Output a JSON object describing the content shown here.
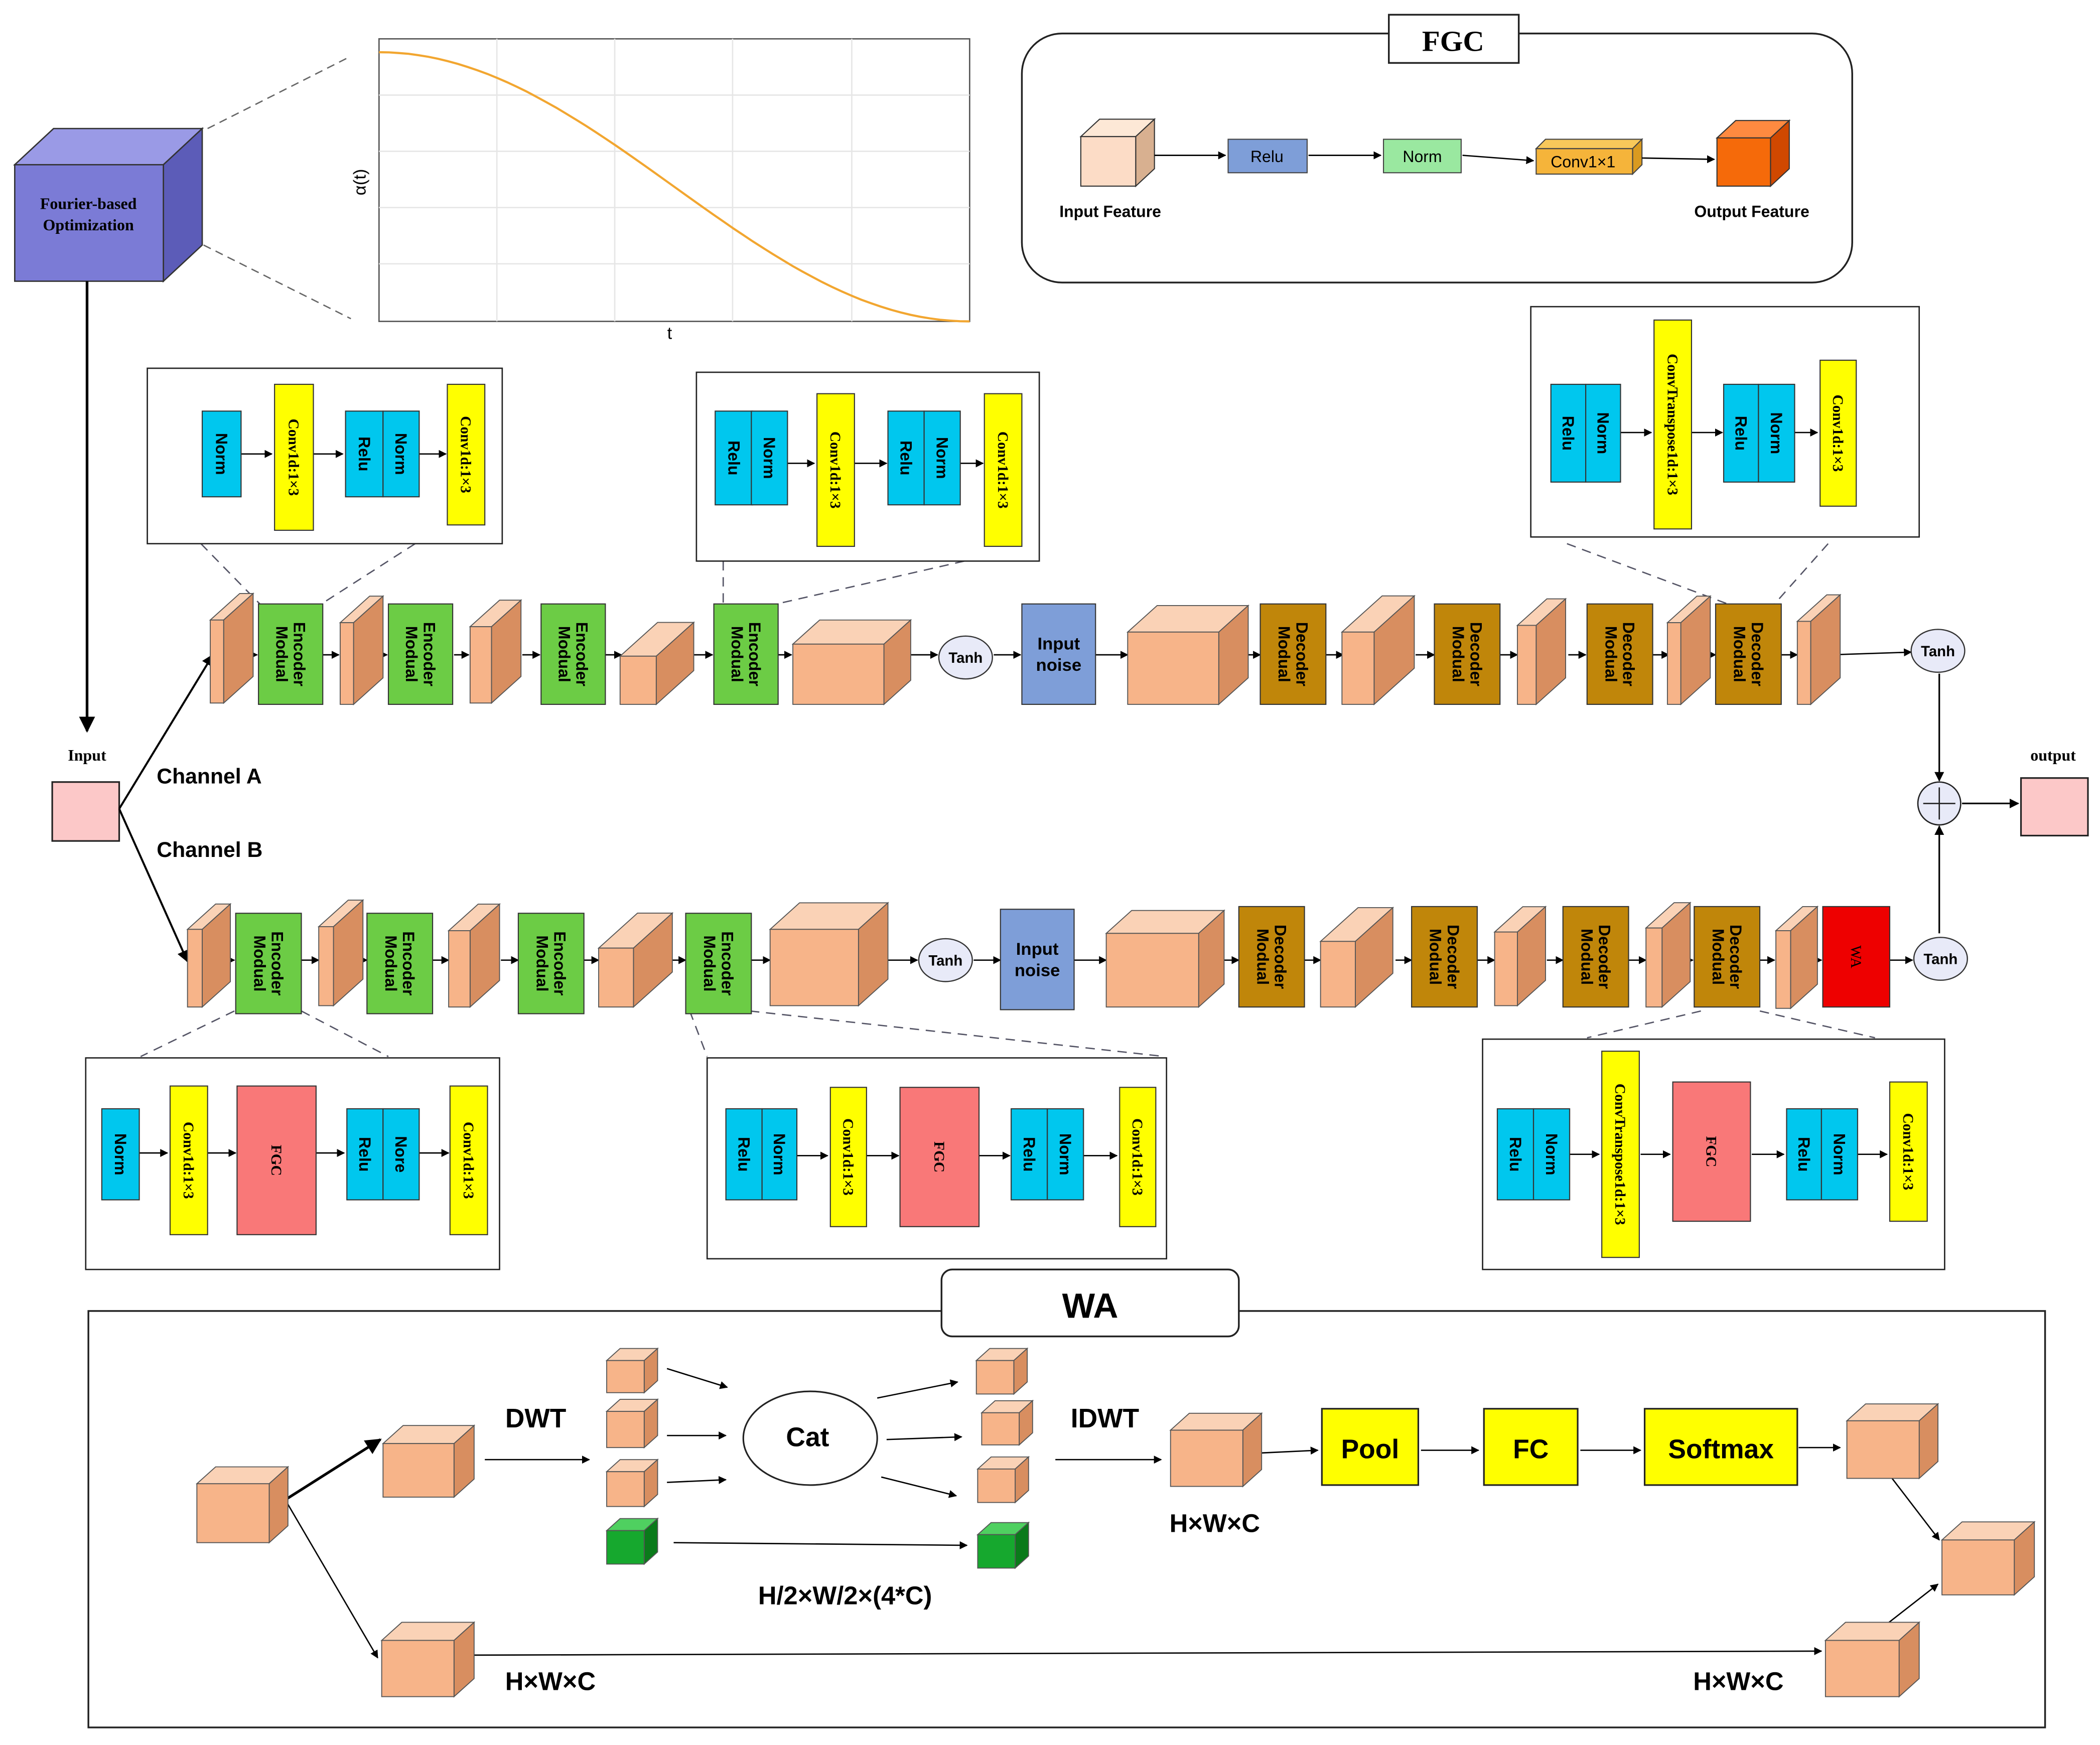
{
  "fourier_box": {
    "label_line1": "Fourier-based",
    "label_line2": "Optimization"
  },
  "curve_plot": {
    "y_label": "α(t)",
    "x_label": "t"
  },
  "fgc": {
    "title": "FGC",
    "input_label": "Input Feature",
    "relu": "Relu",
    "norm": "Norm",
    "conv": "Conv1×1",
    "output_label": "Output Feature"
  },
  "io": {
    "input": "Input",
    "output": "output"
  },
  "channels": {
    "a": "Channel A",
    "b": "Channel B"
  },
  "blocks": {
    "encoder": [
      "Encoder",
      "Modual"
    ],
    "decoder": [
      "Decoder",
      "Modual"
    ],
    "tanh": "Tanh",
    "noise": [
      "Input",
      "noise"
    ],
    "wa": "WA"
  },
  "enc_top_1": [
    "Norm",
    "Conv1d:1×3",
    "Relu",
    "Norm",
    "Conv1d:1×3"
  ],
  "enc_top_2": [
    "Relu",
    "Norm",
    "Conv1d:1×3",
    "Relu",
    "Norm",
    "Conv1d:1×3"
  ],
  "dec_top": [
    "Relu",
    "Norm",
    "ConvTranspose1d:1×3",
    "Relu",
    "Norm",
    "Conv1d:1×3"
  ],
  "enc_bot_1": [
    "Norm",
    "Conv1d:1×3",
    "FGC",
    "Relu",
    "Nore",
    "Conv1d:1×3"
  ],
  "enc_bot_2": [
    "Relu",
    "Norm",
    "Conv1d:1×3",
    "FGC",
    "Relu",
    "Norm",
    "Conv1d:1×3"
  ],
  "dec_bot": [
    "Relu",
    "Norm",
    "ConvTranspose1d:1×3",
    "FGC",
    "Relu",
    "Norm",
    "Conv1d:1×3"
  ],
  "wa_panel": {
    "title": "WA",
    "dwt": "DWT",
    "cat": "Cat",
    "idwt": "IDWT",
    "pool": "Pool",
    "fc": "FC",
    "softmax": "Softmax",
    "dim_hwc_1": "H×W×C",
    "dim_half": "H/2×W/2×(4*C)",
    "dim_hwc_2": "H×W×C",
    "dim_hwc_3": "H×W×C"
  },
  "colors": {
    "cube_front": "#f7b489",
    "cube_top": "#fad2b6",
    "cube_side": "#d88e60",
    "encoder": "#6ccc45",
    "decoder": "#c0860a",
    "noise": "#7e9ed8",
    "cyan": "#00c7ee",
    "yellow": "#ffff00",
    "fgc_red": "#f97878",
    "wa_red": "#ee0000",
    "fourier": "#7b7bd6",
    "curve": "#f2a630"
  }
}
